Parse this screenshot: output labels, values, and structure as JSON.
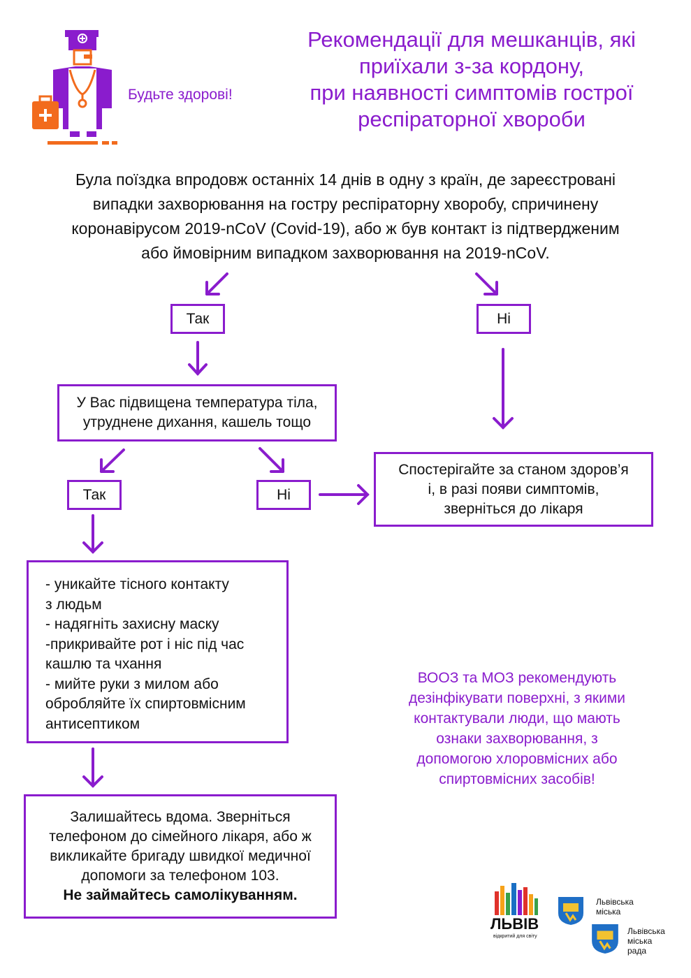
{
  "header": {
    "title_lines": [
      "Рекомендації для мешканців, які",
      "приїхали з-за кордону,",
      "при наявності симптомів гострої",
      "респіраторної хвороби"
    ],
    "slogan": "Будьте здорові!"
  },
  "intro_lines": [
    "Була поїздка впродовж останніх 14 днів в одну з країн, де зареєстровані",
    "випадки захворювання на гостру респіраторну хворобу, спричинену",
    "коронавірусом 2019-nCoV (Covid-19), або ж був контакт із підтвердженим",
    "або ймовірним випадком захворювання на 2019-nCoV."
  ],
  "flow": {
    "yes_1": "Так",
    "no_1": "Ні",
    "symptoms_lines": [
      "У Вас підвищена температура тіла,",
      "утруднене дихання, кашель тощо"
    ],
    "yes_2": "Так",
    "no_2": "Ні",
    "observe_lines": [
      "Спостерігайте за станом здоров’я",
      "і, в разі появи симптомів,",
      "зверніться до лікаря"
    ],
    "advice_lines": [
      "- уникайте тісного контакту",
      "з людьм",
      "- надягніть захисну маску",
      "-прикривайте рот і ніс під час",
      "кашлю та чхання",
      "- мийте руки з милом або",
      "обробляйте їх спиртовмісним",
      "антисептиком"
    ],
    "stay_home_lines": [
      "Залишайтесь вдома. Зверніться",
      "телефоном до сімейного лікаря, або ж",
      "викликайте бригаду швидкої медичної",
      "допомоги за телефоном 103."
    ],
    "stay_home_bold": "Не займайтесь самолікуванням."
  },
  "who_note_lines": [
    "ВООЗ та МОЗ рекомендують",
    "дезінфікувати поверхні, з якими",
    "контактували люди, що мають",
    "ознаки захворювання, з",
    "допомогою хлоровмісних або",
    "спиртовмісних засобів!"
  ],
  "footer": {
    "lviv_logo": "ЛЬВІВ",
    "lviv_tagline": "відкритий для світу",
    "council_1_lines": [
      "Львівська",
      "міська"
    ],
    "council_2_lines": [
      "Львівська",
      "міська",
      "рада"
    ]
  },
  "colors": {
    "accent": "#8a1ccd",
    "orange": "#f26b1d"
  }
}
